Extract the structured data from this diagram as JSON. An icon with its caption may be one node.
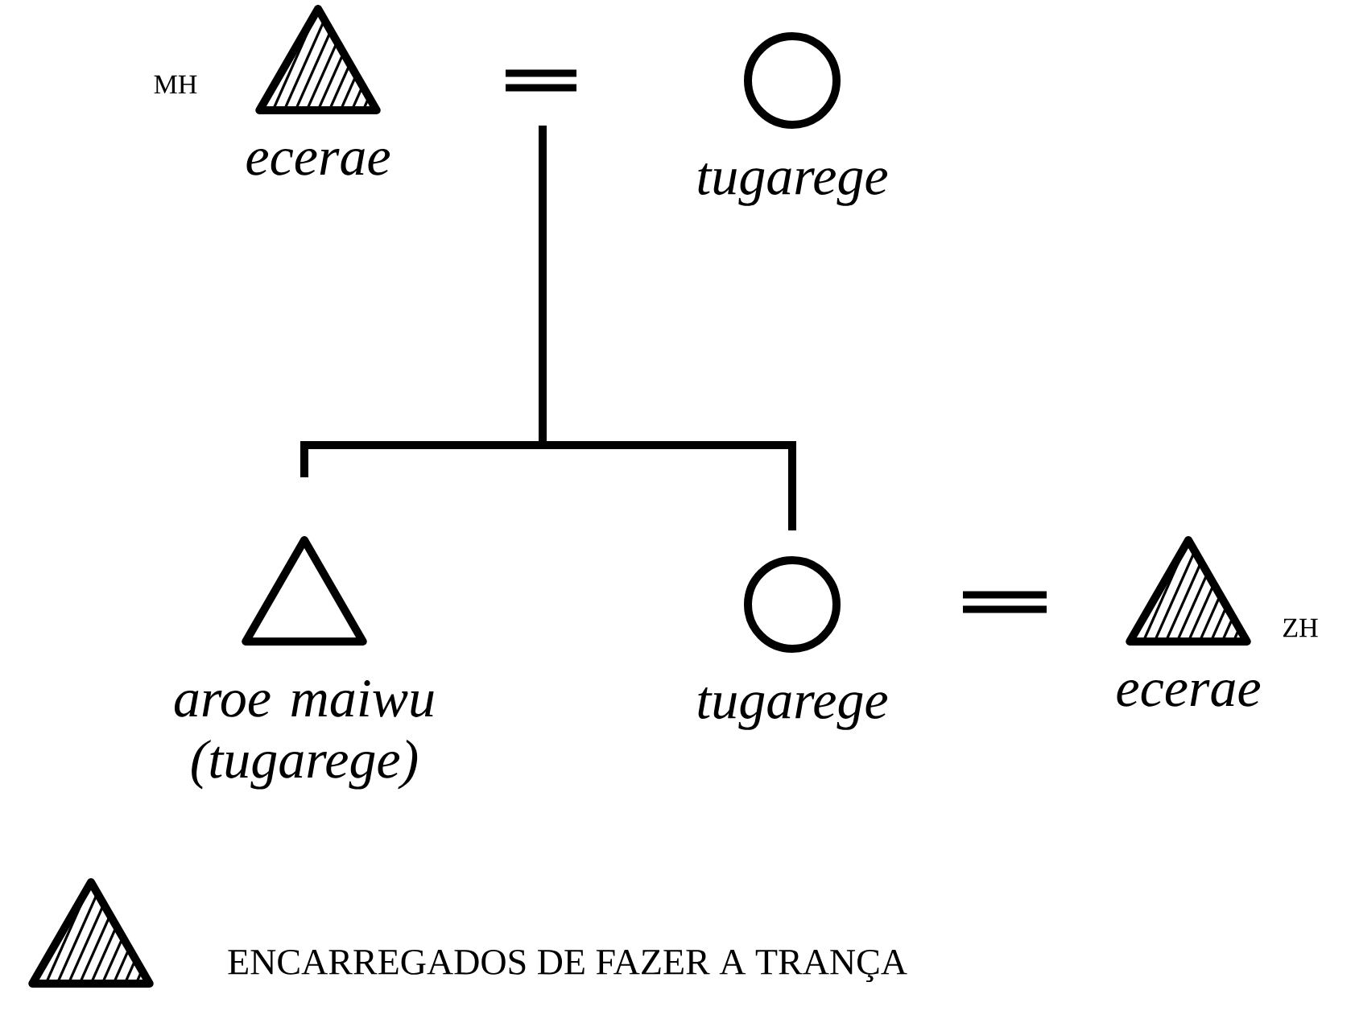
{
  "diagram": {
    "nodes": [
      {
        "text": [
          "ecerae"
        ],
        "beside": [
          "MH"
        ]
      },
      {
        "text": [
          "tugarege"
        ]
      },
      {
        "text": [
          "aroe maiwu (tugarege)"
        ]
      },
      {
        "text": [
          "tugarege"
        ]
      },
      {
        "text": [
          "ecerae"
        ],
        "beside": [
          "ZH"
        ]
      }
    ],
    "edges": [
      {
        "from": null,
        "to": 2,
        "arrow": "none"
      },
      {
        "from": null,
        "to": 3,
        "arrow": "none"
      }
    ],
    "legend": [
      {
        "text": "ENCARREGADOS DE FAZER A TRANÇA"
      }
    ]
  }
}
